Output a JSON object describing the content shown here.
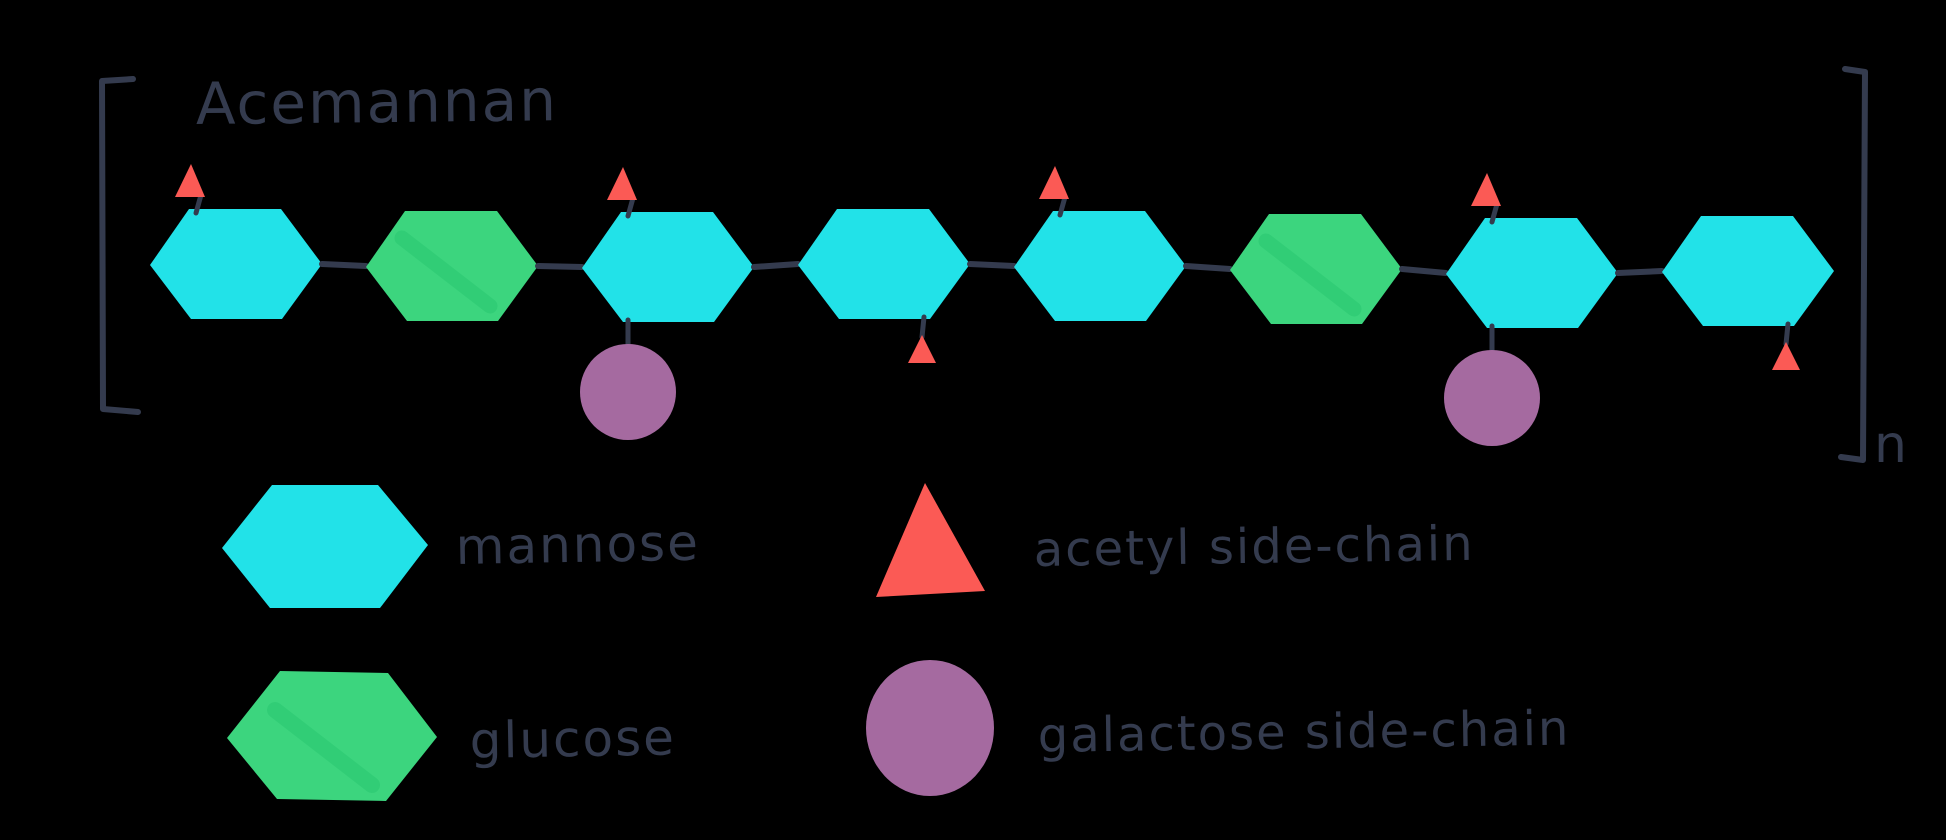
{
  "title": "Acemannan",
  "repeat_subscript": "n",
  "colors": {
    "mannose": "#22e2e8",
    "glucose": "#3cd57e",
    "glucose_shade": "#1fbf68",
    "acetyl": "#fb5a55",
    "galactose": "#a56aa0",
    "ink": "#343b4e",
    "background": "#000000"
  },
  "chain": {
    "units": [
      {
        "sugar": "mannose",
        "acetyl": "above",
        "galactose": false
      },
      {
        "sugar": "glucose",
        "acetyl": null,
        "galactose": false
      },
      {
        "sugar": "mannose",
        "acetyl": "above",
        "galactose": true
      },
      {
        "sugar": "mannose",
        "acetyl": "below",
        "galactose": false
      },
      {
        "sugar": "mannose",
        "acetyl": "above",
        "galactose": false
      },
      {
        "sugar": "glucose",
        "acetyl": null,
        "galactose": false
      },
      {
        "sugar": "mannose",
        "acetyl": "above",
        "galactose": true
      },
      {
        "sugar": "mannose",
        "acetyl": "below",
        "galactose": false
      }
    ]
  },
  "legend": [
    {
      "shape": "hexagon",
      "color_key": "mannose",
      "label": "mannose"
    },
    {
      "shape": "hexagon",
      "color_key": "glucose",
      "label": "glucose"
    },
    {
      "shape": "triangle",
      "color_key": "acetyl",
      "label": "acetyl side-chain"
    },
    {
      "shape": "circle",
      "color_key": "galactose",
      "label": "galactose side-chain"
    }
  ]
}
